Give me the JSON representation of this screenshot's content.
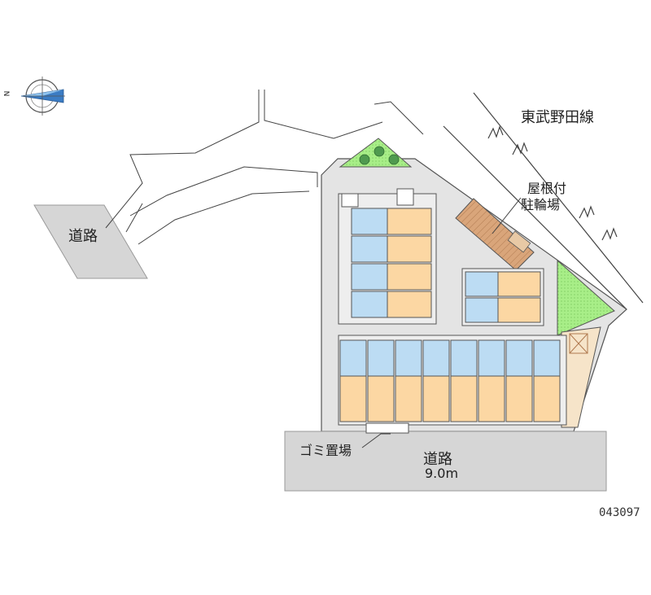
{
  "labels": {
    "railway": "東武野田線",
    "bike_shed_line1": "屋根付",
    "bike_shed_line2": "駐輪場",
    "road_left": "道路",
    "road_bottom": "道路",
    "road_bottom_width": "9.0m",
    "garbage": "ゴミ置場",
    "property_code": "043097"
  },
  "compass": {
    "north_label": "N"
  },
  "colors": {
    "road": "#d6d6d6",
    "site": "#e4e4e4",
    "unit_orange": "#fcd7a3",
    "unit_blue": "#bcdcf3",
    "greenery": "#a8ee88",
    "bike_shed": "#d9a57a",
    "path_beige": "#f6e4c9",
    "outline": "#555555"
  }
}
